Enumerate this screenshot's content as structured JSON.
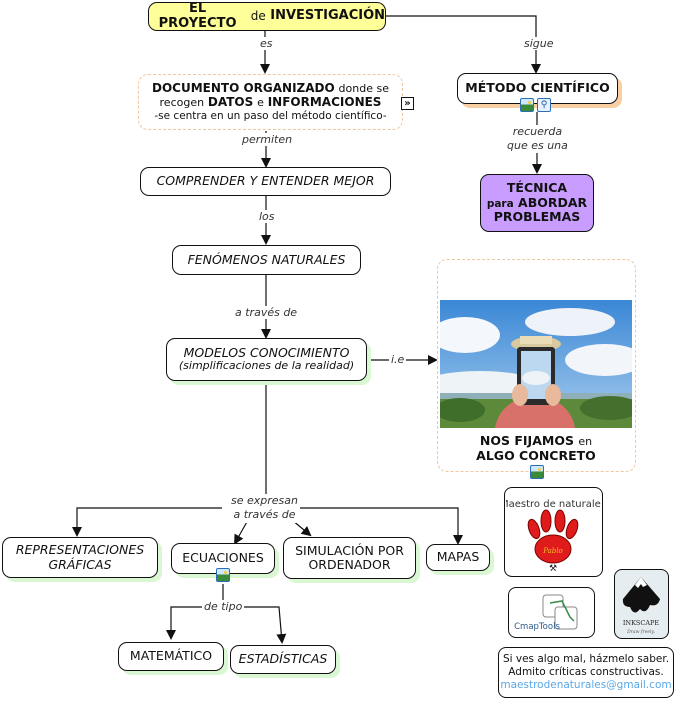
{
  "nodes": {
    "proyecto": {
      "main": "EL PROYECTO",
      "small": "de",
      "main2": "INVESTIGACIÓN"
    },
    "documento": {
      "line1_bold": "DOCUMENTO ORGANIZADO",
      "line1_rest": "donde se",
      "line2_pre": "recogen",
      "line2_bold1": "DATOS",
      "line2_mid": "e",
      "line2_bold2": "INFORMACIONES",
      "line3": "-se centra en un paso del método científico-"
    },
    "metodo": "MÉTODO CIENTÍFICO",
    "tecnica": {
      "line1": "TÉCNICA",
      "line2_small": "para",
      "line2_bold": "ABORDAR",
      "line3": "PROBLEMAS"
    },
    "comprender": "COMPRENDER Y ENTENDER MEJOR",
    "fenomenos": "FENÓMENOS NATURALES",
    "modelos": {
      "line1": "MODELOS CONOCIMIENTO",
      "line2": "(simplificaciones de la realidad)"
    },
    "concreto": {
      "line1": "NOS FIJAMOS",
      "line1_small": "en",
      "line2": "ALGO CONCRETO"
    },
    "representaciones": {
      "line1": "REPRESENTACIONES",
      "line2": "GRÁFICAS"
    },
    "ecuaciones": "ECUACIONES",
    "simulacion": {
      "line1": "SIMULACIÓN POR",
      "line2": "ORDENADOR"
    },
    "mapas": "MAPAS",
    "matematico": "MATEMÁTICO",
    "estadisticas": "ESTADÍSTICAS"
  },
  "links": {
    "es": "es",
    "sigue": "sigue",
    "permiten": "permiten",
    "recuerda_1": "recuerda",
    "recuerda_2": "que es una",
    "los": "los",
    "a_traves_de": "a través de",
    "ie": "i.e",
    "se_expresan_1": "se expresan",
    "se_expresan_2": "a través de",
    "de_tipo": "de tipo"
  },
  "logos": {
    "maestro": {
      "text_top": "Maestro de naturales",
      "badge": "Pablo"
    },
    "cmaptools": "CmapTools",
    "inkscape": {
      "name": "INKSCAPE",
      "tagline": "Draw freely."
    }
  },
  "footer": {
    "line1": "Si ves algo mal, házmelo saber.",
    "line2": "Admito críticas constructivas.",
    "email": "maestrodenaturales@gmail.com"
  },
  "colors": {
    "title_bg": "#ffff99",
    "tecnica_bg": "#c89dff",
    "email": "#5aa8e8",
    "shadow_green": "#d9f7d2",
    "shadow_orange": "#f8cfa2",
    "dashed_border": "#f0c7a0"
  }
}
